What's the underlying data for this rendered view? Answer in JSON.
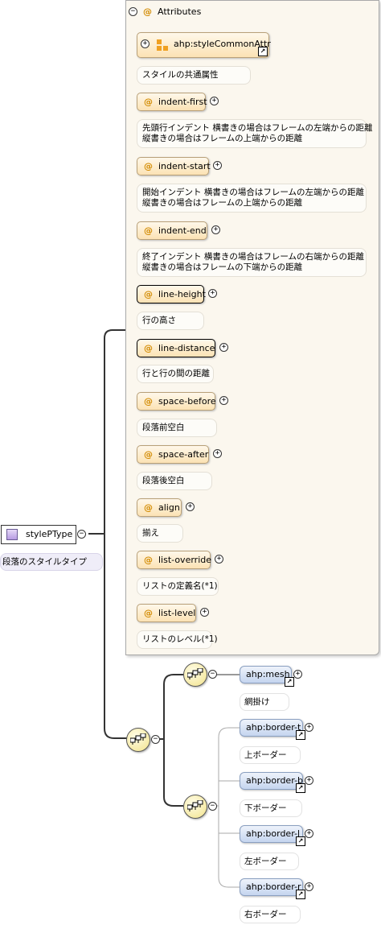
{
  "root": {
    "name": "stylePType",
    "description": "段落のスタイルタイプ"
  },
  "attributes": {
    "title": "Attributes",
    "at_symbol": "@",
    "group": {
      "name": "ahp:styleCommonAttr",
      "description": "スタイルの共通属性"
    },
    "items": [
      {
        "name": "indent-first",
        "description": "先頭行インデント 横書きの場合はフレームの左端からの距離\n縦書きの場合はフレームの上端からの距離"
      },
      {
        "name": "indent-start",
        "description": "開始インデント 横書きの場合はフレームの左端からの距離\n縦書きの場合はフレームの上端からの距離"
      },
      {
        "name": "indent-end",
        "description": "終了インデント 横書きの場合はフレームの右端からの距離\n縦書きの場合はフレームの下端からの距離"
      },
      {
        "name": "line-height",
        "description": "行の高さ"
      },
      {
        "name": "line-distance",
        "description": "行と行の間の距離"
      },
      {
        "name": "space-before",
        "description": "段落前空白"
      },
      {
        "name": "space-after",
        "description": "段落後空白"
      },
      {
        "name": "align",
        "description": "揃え"
      },
      {
        "name": "list-override",
        "description": "リストの定義名(*1)"
      },
      {
        "name": "list-level",
        "description": "リストのレベル(*1)"
      }
    ]
  },
  "elements": {
    "mesh": {
      "name": "ahp:mesh",
      "description": "網掛け"
    },
    "choice": [
      {
        "name": "ahp:border-t",
        "description": "上ボーダー"
      },
      {
        "name": "ahp:border-b",
        "description": "下ボーダー"
      },
      {
        "name": "ahp:border-l",
        "description": "左ボーダー"
      },
      {
        "name": "ahp:border-r",
        "description": "右ボーダー"
      }
    ]
  },
  "symbols": {
    "collapse": "−",
    "expand": "+",
    "link": "↗"
  }
}
